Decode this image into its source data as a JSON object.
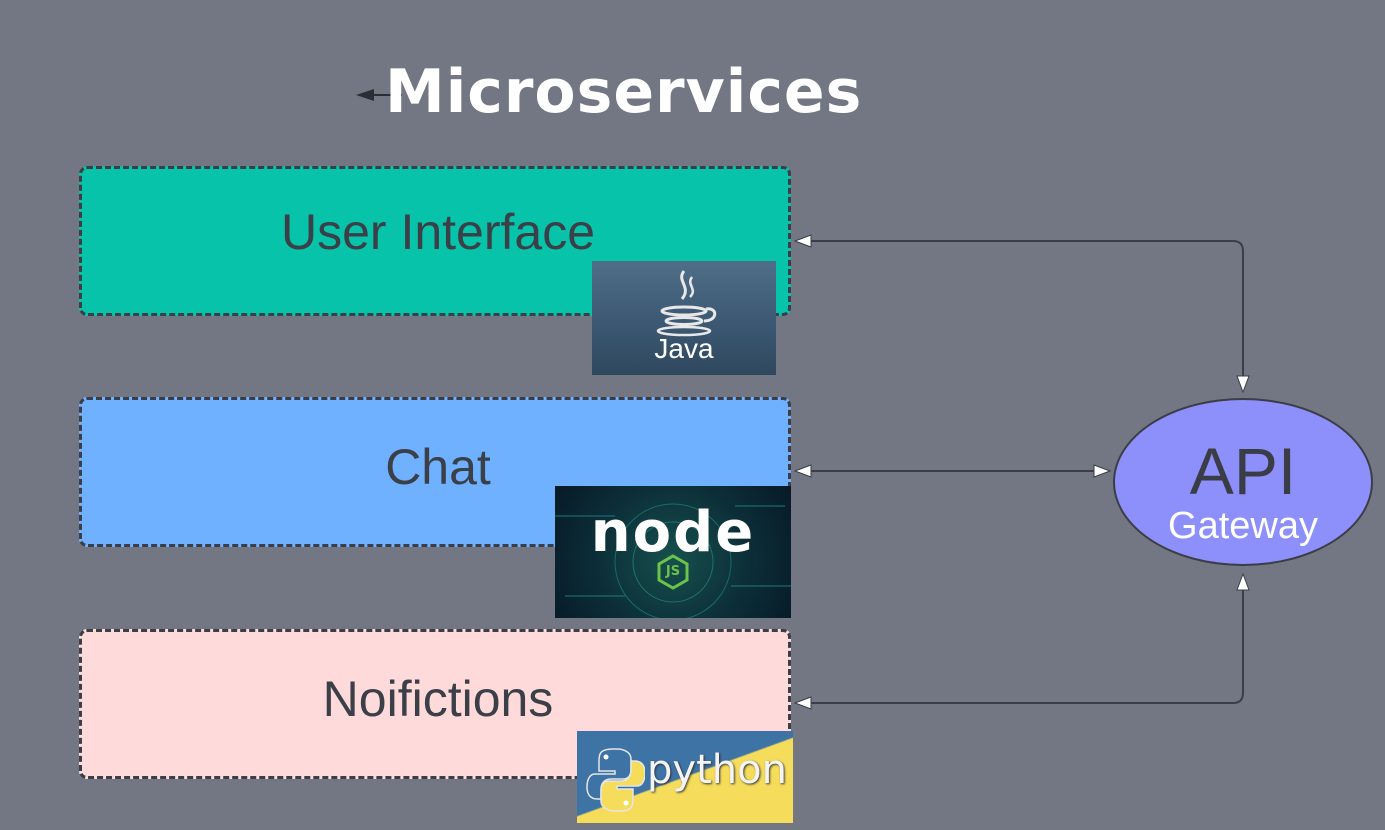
{
  "title": "Microservices",
  "services": [
    {
      "label": "User Interface",
      "tech": "Java",
      "color": "#06c3a9"
    },
    {
      "label": "Chat",
      "tech": "node",
      "tech_sub": "JS",
      "color": "#6fb1ff"
    },
    {
      "label": "Noifictions",
      "tech": "python",
      "color": "#ffdada"
    }
  ],
  "gateway": {
    "title": "API",
    "subtitle": "Gateway",
    "color": "#8d8ffb"
  },
  "colors": {
    "background": "#737783",
    "connector": "#3b3e46"
  }
}
